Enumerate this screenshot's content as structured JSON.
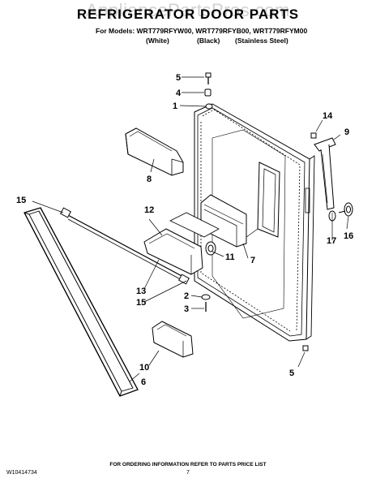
{
  "watermark": "AppliancePartsPros.com",
  "header": {
    "title": "REFRIGERATOR DOOR PARTS",
    "models_line": "For Models: WRT779RFYW00, WRT779RFYB00, WRT779RFYM00",
    "variants": [
      "(White)",
      "(Black)",
      "(Stainless Steel)"
    ]
  },
  "callouts": [
    "5",
    "4",
    "1",
    "14",
    "9",
    "8",
    "12",
    "11",
    "7",
    "13",
    "15",
    "2",
    "3",
    "10",
    "6",
    "5",
    "17",
    "16",
    "15"
  ],
  "footer": {
    "ordering_note": "FOR ORDERING INFORMATION REFER TO PARTS PRICE LIST",
    "doc_number": "W10414734",
    "page_number": "7"
  }
}
